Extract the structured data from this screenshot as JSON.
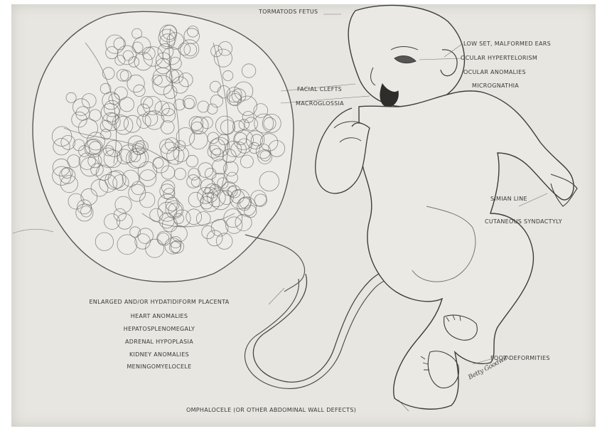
{
  "labels": {
    "fetus": "TORMATODS FETUS",
    "ears": "LOW SET, MALFORMED EARS",
    "hypertelorism": "OCULAR HYPERTELORISM",
    "ocular": "OCULAR ANOMALIES",
    "micrognathia": "MICROGNATHIA",
    "facial_clefts": "FACIAL CLEFTS",
    "macroglossia": "MACROGLOSSIA",
    "simian": "SIMIAN LINE",
    "syndactyly": "CUTANEOUS SYNDACTYLY",
    "placenta": "ENLARGED AND/OR HYDATIDIFORM PLACENTA",
    "heart": "HEART ANOMALIES",
    "hepato": "HEPATOSPLENOMEGALY",
    "adrenal": "ADRENAL HYPOPLASIA",
    "kidney": "KIDNEY ANOMALIES",
    "mening": "MENINGOMYELOCELE",
    "foot": "FOOT DEFORMITIES",
    "omphalocele": "OMPHALOCELE (OR OTHER ABDOMINAL WALL DEFECTS)",
    "signature": "Betty Goodwin"
  },
  "colors": {
    "paper": "#e8e6e1",
    "ink": "#3a3836"
  }
}
